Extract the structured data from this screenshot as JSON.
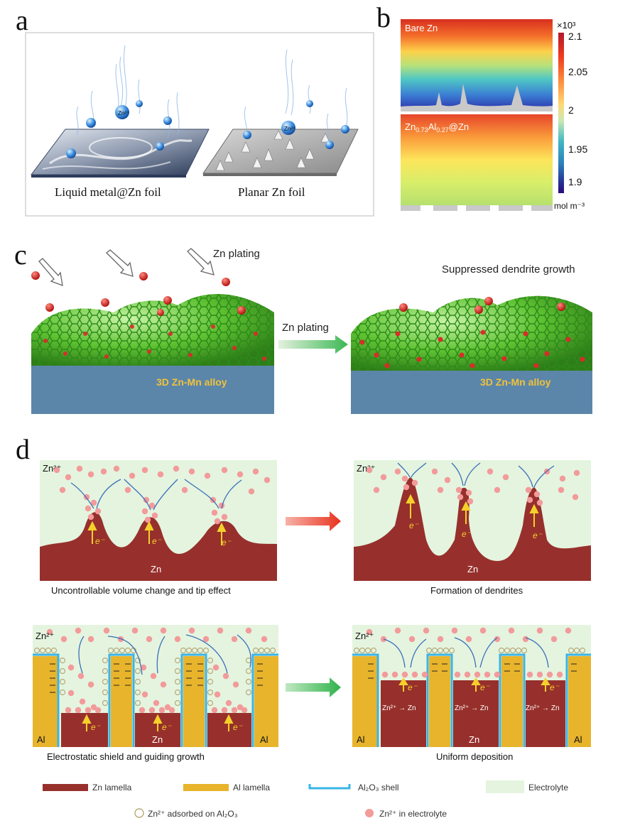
{
  "panels": {
    "a": {
      "letter": "a",
      "caption_left": "Liquid metal@Zn foil",
      "caption_right": "Planar Zn foil",
      "ion_label": "Zn²⁺"
    },
    "b": {
      "letter": "b",
      "label_top": "Bare Zn",
      "label_bottom_html": "Zn0.73Al0.27@Zn",
      "label_bottom_main": "Zn",
      "label_bottom_sub1": "0.73",
      "label_bottom_mid": "Al",
      "label_bottom_sub2": "0.27",
      "label_bottom_tail": "@Zn",
      "scale_multiplier": "×10³",
      "colorbar_ticks": [
        "2.1",
        "2.05",
        "2",
        "1.95",
        "1.9"
      ],
      "colorbar_unit": "mol m⁻³",
      "colorbar_colors": [
        "#b2182b",
        "#f03b20",
        "#fd8d3c",
        "#fed976",
        "#c7e9b4",
        "#41b6c4",
        "#2c7fb8",
        "#253494",
        "#2b0a7a"
      ]
    },
    "c": {
      "letter": "c",
      "plating_label_top": "Zn plating",
      "plating_label_mid": "Zn plating",
      "suppressed_label": "Suppressed dendrite growth",
      "alloy_label_left": "3D Zn-Mn alloy",
      "alloy_label_right": "3D Zn-Mn alloy"
    },
    "d": {
      "letter": "d",
      "ion_label": "Zn²⁺",
      "electron_label": "e⁻",
      "zn_label": "Zn",
      "al_label": "Al",
      "conversion_label": "Zn²⁺ → Zn",
      "captions": {
        "top_left": "Uncontrollable volume change and tip effect",
        "top_right": "Formation of dendrites",
        "bottom_left": "Electrostatic shield and guiding growth",
        "bottom_right": "Uniform deposition"
      },
      "legend": {
        "zn_lamella": "Zn lamella",
        "al_lamella": "Al lamella",
        "al2o3_shell": "Al₂O₃ shell",
        "electrolyte": "Electrolyte",
        "adsorbed": "Zn²⁺ adsorbed on Al₂O₃",
        "in_electrolyte": "Zn²⁺ in electrolyte"
      },
      "colors": {
        "zn": "#97302c",
        "al": "#e8b42c",
        "shell": "#3ab4e6",
        "electrolyte": "#e4f4df",
        "ion": "#f39a9a",
        "arrow_red": "#e8321e",
        "arrow_green": "#3cb854",
        "electron_arrow": "#f5d02a"
      }
    }
  }
}
